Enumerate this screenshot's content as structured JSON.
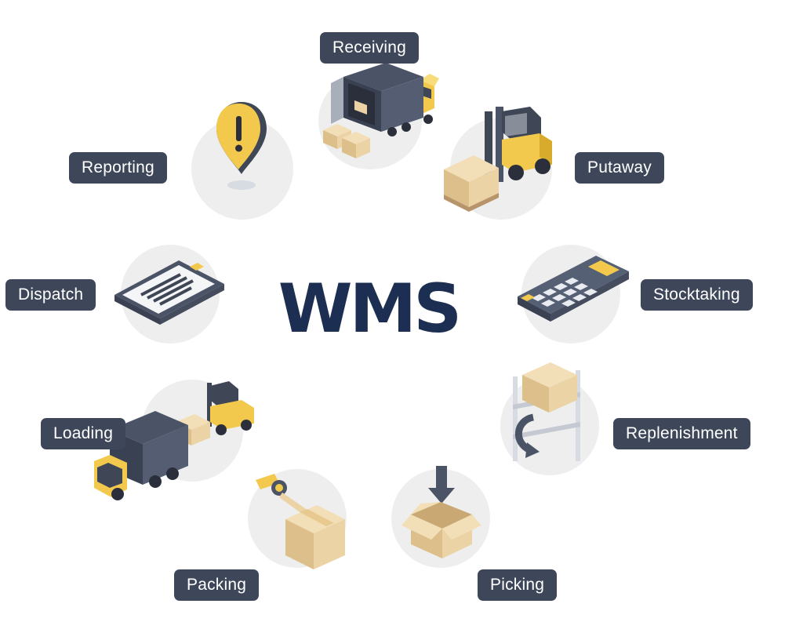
{
  "title": "WMS",
  "stages": [
    {
      "id": "receiving",
      "label": "Receiving",
      "icon": "delivery-truck-icon"
    },
    {
      "id": "putaway",
      "label": "Putaway",
      "icon": "forklift-icon"
    },
    {
      "id": "stocktaking",
      "label": "Stocktaking",
      "icon": "calculator-icon"
    },
    {
      "id": "replenishment",
      "label": "Replenishment",
      "icon": "rack-refresh-icon"
    },
    {
      "id": "picking",
      "label": "Picking",
      "icon": "open-box-arrow-icon"
    },
    {
      "id": "packing",
      "label": "Packing",
      "icon": "tape-box-icon"
    },
    {
      "id": "loading",
      "label": "Loading",
      "icon": "truck-forklift-icon"
    },
    {
      "id": "dispatch",
      "label": "Dispatch",
      "icon": "clipboard-icon"
    },
    {
      "id": "reporting",
      "label": "Reporting",
      "icon": "alert-pin-icon"
    }
  ],
  "colors": {
    "label_bg": "#3e4759",
    "title": "#1c2f52",
    "accent_yellow": "#f2c94c",
    "box_tan": "#ecd3a6",
    "dark_slate": "#3f4656",
    "circle_bg": "#eeeeee"
  }
}
